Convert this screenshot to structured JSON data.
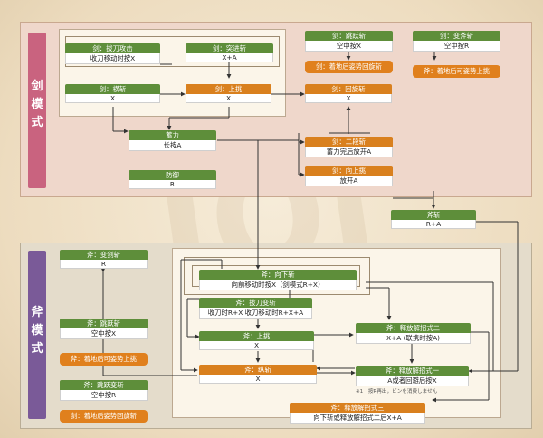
{
  "modes": {
    "sword": "剑\n模\n式",
    "axe": "斧\n模\n式"
  },
  "sword_nodes": {
    "draw_attack": {
      "title": "剑：拔刀攻击",
      "input": "收刀移动时按X"
    },
    "advance_slash": {
      "title": "剑：突进斩",
      "input": "X+A"
    },
    "jump_slash": {
      "title": "剑：跳跃斩",
      "input": "空中按X"
    },
    "jump_morph": {
      "title": "剑：变斧斩",
      "input": "空中按R"
    },
    "side_slash": {
      "title": "剑：横斩",
      "input": "X"
    },
    "up_slash": {
      "title": "剑：上挑",
      "input": "X"
    },
    "return_slash": {
      "title": "剑：回旋斩",
      "input": "X"
    },
    "charge": {
      "title": "蓄力",
      "input": "长按A"
    },
    "double_slash": {
      "title": "剑：二段斩",
      "input": "蓄力完后放开A"
    },
    "rising_slash": {
      "title": "剑：向上挑",
      "input": "放开A"
    },
    "evade": {
      "title": "防御",
      "input": "R"
    },
    "land_return": {
      "label": "剑：着地后姿势回旋斩"
    },
    "land_axe": {
      "label": "斧：着地后可姿势上挑"
    }
  },
  "morph_node": {
    "title": "斧斩",
    "input": "R+A"
  },
  "axe_nodes": {
    "morph_sword": {
      "title": "斧：变剑斩",
      "input": "R"
    },
    "jump_slash": {
      "title": "斧：跳跃斩",
      "input": "空中按X"
    },
    "jump_morph": {
      "title": "斧：跳跃变斩",
      "input": "空中按R"
    },
    "down_slash": {
      "title": "斧：向下斩",
      "input": "向前移动时按X（剑模式R+X）"
    },
    "draw_morph": {
      "title": "斧：拔刀变斩",
      "input": "收刀时R+X 收刀移动时R+X+A"
    },
    "up_slash": {
      "title": "斧：上挑",
      "input": "X"
    },
    "discharge2": {
      "title": "斧：释放解招式二",
      "input": "X+A (联携时按A)"
    },
    "vert_slash": {
      "title": "斧：纵斩",
      "input": "X"
    },
    "discharge1": {
      "title": "斧：释放解招式一",
      "input": "A或者回避后按X"
    },
    "discharge3": {
      "title": "斧：释放解招式三",
      "input": "向下斩或释放解招式二后X+A"
    },
    "land_up": {
      "label": "斧：着地后可姿势上挑"
    },
    "land_return": {
      "label": "剑：着地后姿势回旋斩"
    },
    "note": "※1　按R再出，ビンを消费しません"
  },
  "colors": {
    "green": "#5e8e3a",
    "orange": "#d9801e",
    "sword": "#c9637f",
    "axe": "#7a5a98"
  }
}
